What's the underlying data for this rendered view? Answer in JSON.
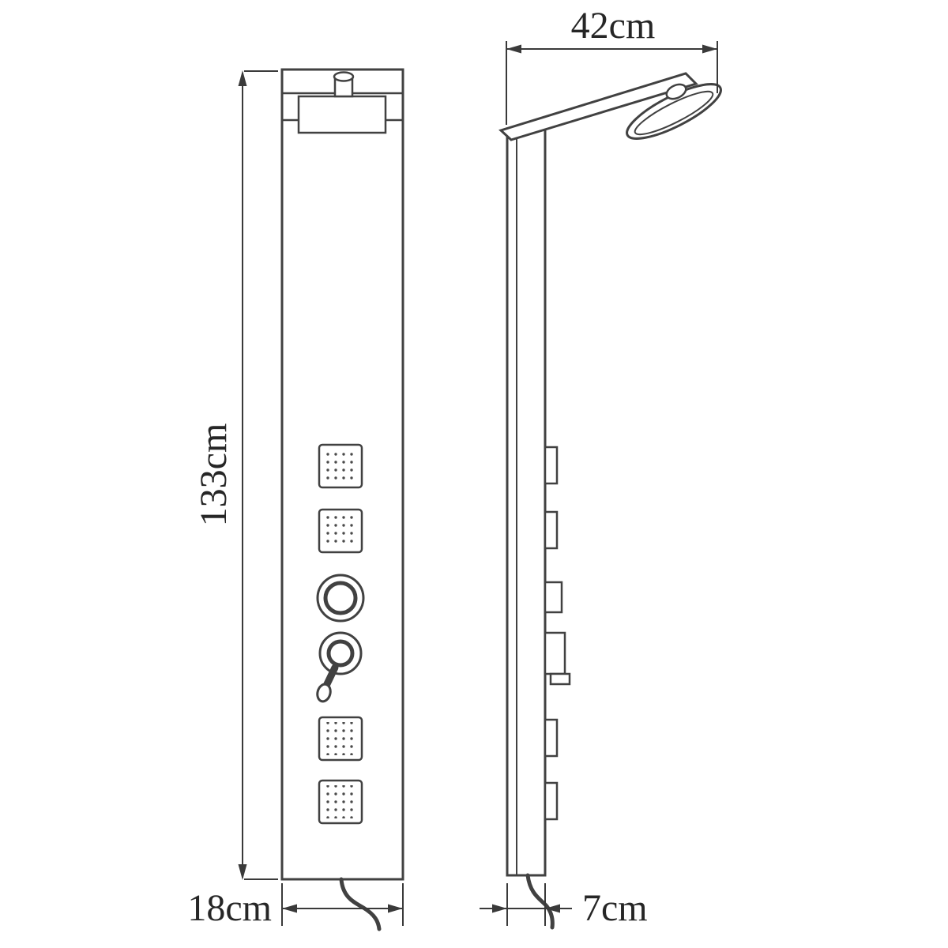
{
  "drawing": {
    "type": "technical-dimension-diagram",
    "subject": "shower panel column, front view and side view",
    "dimensions": {
      "height": "133cm",
      "width": "18cm",
      "top_depth": "42cm",
      "panel_depth": "7cm"
    }
  }
}
